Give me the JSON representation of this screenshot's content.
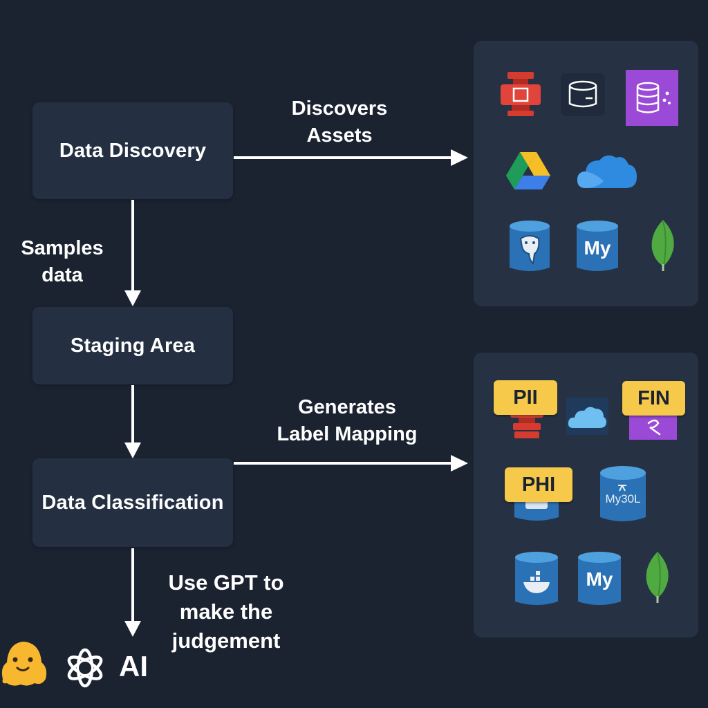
{
  "nodes": {
    "discovery": "Data Discovery",
    "staging": "Staging Area",
    "classification": "Data Classification"
  },
  "edges": {
    "discovers": [
      "Discovers",
      "Assets"
    ],
    "samples": [
      "Samples",
      "data"
    ],
    "generates": [
      "Generates",
      "Label Mapping"
    ],
    "gpt": [
      "Use GPT to",
      "make the",
      "judgement"
    ]
  },
  "footer": {
    "ai_label": "AI"
  },
  "sources_panel": {
    "icons": [
      "hadoop-icon",
      "database-icon",
      "purple-database-icon",
      "google-drive-icon",
      "onedrive-icon",
      "postgresql-icon",
      "mysql-icon",
      "mongodb-icon"
    ],
    "mysql_text": "My"
  },
  "labels_panel": {
    "tags": {
      "pii": "PII",
      "fin": "FIN",
      "phi": "PHI"
    },
    "mysql_text": "My",
    "mysql_variant_text": "My30L"
  },
  "colors": {
    "background": "#1b2331",
    "node": "#243042",
    "panel": "#263244",
    "tag": "#f6c94a",
    "cylinder": "#2a72b5"
  }
}
